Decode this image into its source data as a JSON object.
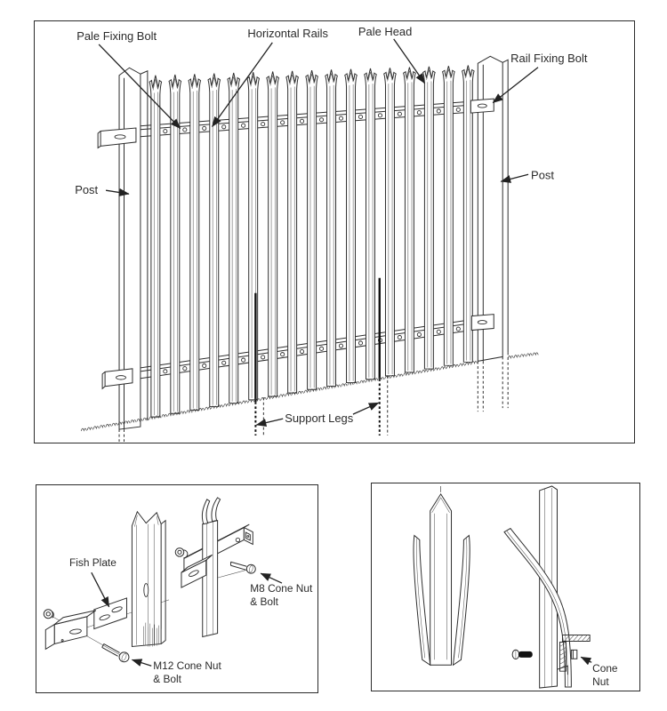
{
  "colors": {
    "ink": "#2a2a2a",
    "paper": "#ffffff"
  },
  "main_diagram": {
    "labels": {
      "pale_fixing_bolt": "Pale Fixing Bolt",
      "horizontal_rails": "Horizontal Rails",
      "pale_head": "Pale Head",
      "rail_fixing_bolt": "Rail Fixing Bolt",
      "post_left": "Post",
      "post_right": "Post",
      "support_legs": "Support Legs"
    }
  },
  "fish_plate_detail": {
    "labels": {
      "fish_plate": "Fish Plate",
      "m8_line1": "M8 Cone Nut",
      "m8_line2": "& Bolt",
      "m12_line1": "M12 Cone Nut",
      "m12_line2": "& Bolt"
    }
  },
  "pale_head_detail": {
    "labels": {
      "cone_line1": "Cone",
      "cone_line2": "Nut"
    }
  }
}
